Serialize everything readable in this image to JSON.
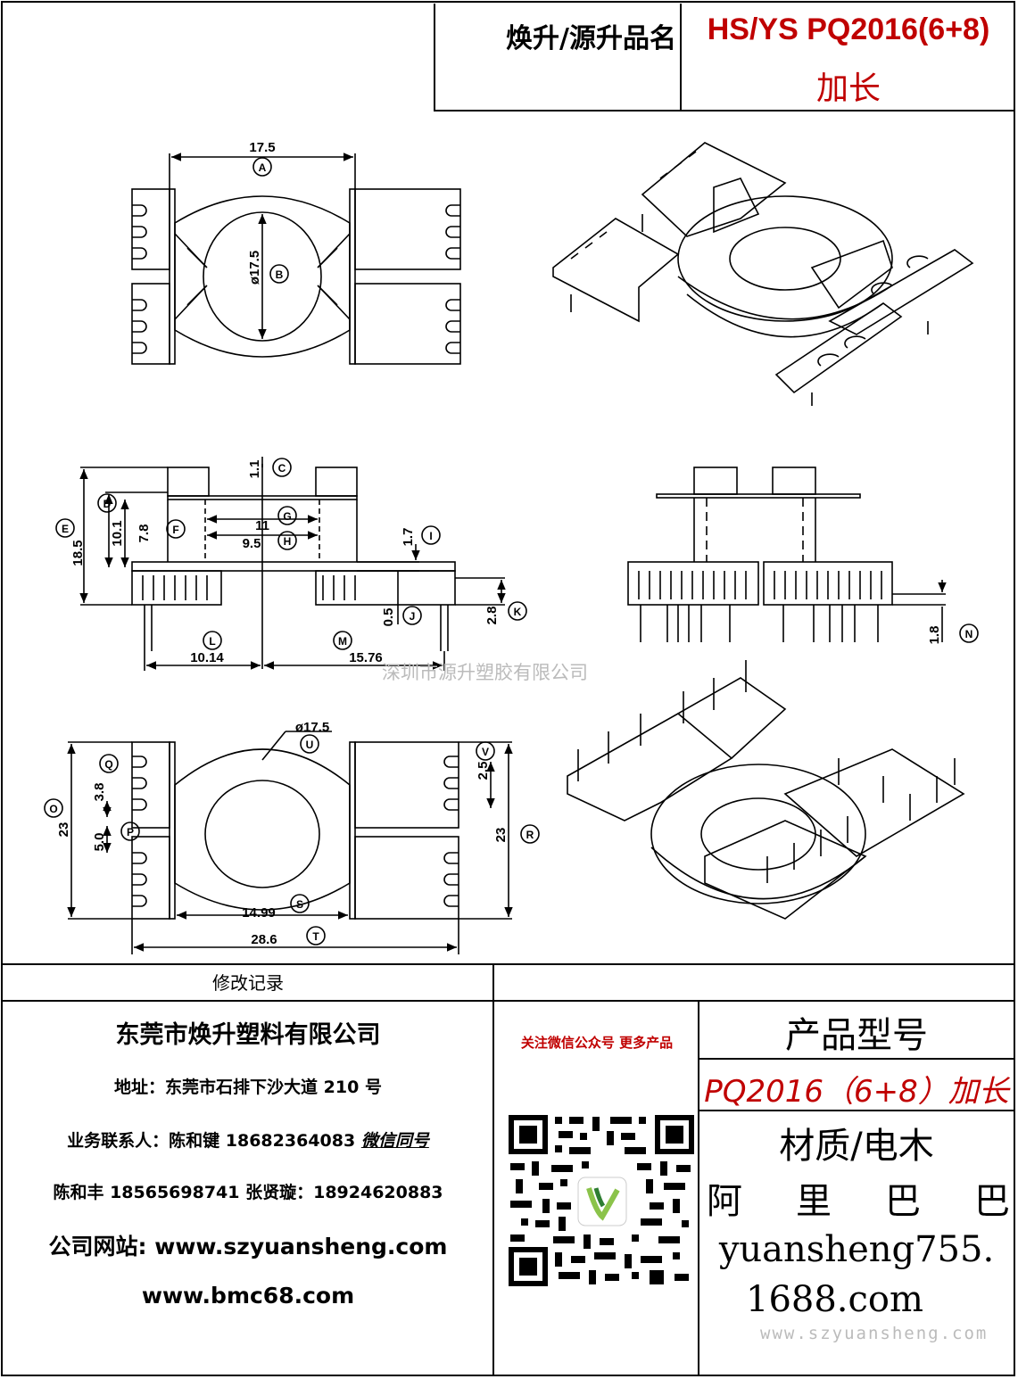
{
  "header": {
    "label": "焕升/源升品名",
    "title": "HS/YS PQ2016(6+8)",
    "subtitle": "加长"
  },
  "dimensions": {
    "top": {
      "width": "17.5",
      "width_id": "A",
      "dia": "ø17.5",
      "dia_id": "B"
    },
    "side": {
      "c": "1.1",
      "c_id": "C",
      "d": "10.1",
      "d_id": "D",
      "e": "18.5",
      "e_id": "E",
      "f": "7.8",
      "f_id": "F",
      "g": "11",
      "g_id": "G",
      "h": "9.5",
      "h_id": "H",
      "i": "1.7",
      "i_id": "I",
      "j": "0.5",
      "j_id": "J",
      "k": "2.8",
      "k_id": "K",
      "l": "10.14",
      "l_id": "L",
      "m": "15.76",
      "m_id": "M",
      "n": "1.8",
      "n_id": "N"
    },
    "bottom": {
      "u": "ø17.5",
      "u_id": "U",
      "q": "3.8",
      "q_id": "Q",
      "v": "2.5",
      "v_id": "V",
      "o": "23",
      "o_id": "O",
      "p": "5.0",
      "p_id": "P",
      "r": "23",
      "r_id": "R",
      "s": "14.99",
      "s_id": "S",
      "t": "28.6",
      "t_id": "T"
    }
  },
  "watermark_mid": "深圳市源升塑胶有限公司",
  "footer": {
    "revision_label": "修改记录",
    "company": "东莞市焕升塑料有限公司",
    "address": "地址：东莞市石排下沙大道 210 号",
    "contact1_prefix": "业务联系人：陈和键 18682364083 ",
    "contact1_wechat": "微信同号",
    "contact2": "陈和丰  18565698741  张贤璇：18924620883",
    "website1": "公司网站: www.szyuansheng.com",
    "website2": "www.bmc68.com",
    "follow": "关注微信公众号  更多产品",
    "model_label": "产品型号",
    "model_value": "PQ2016（6+8）加长",
    "material": "材质/电木",
    "alibaba": [
      "阿",
      "里",
      "巴",
      "巴"
    ],
    "shop_line1": "yuansheng755.",
    "shop_line2": "1688.com",
    "watermark": "www.szyuansheng.com"
  },
  "colors": {
    "accent": "#c00000"
  }
}
